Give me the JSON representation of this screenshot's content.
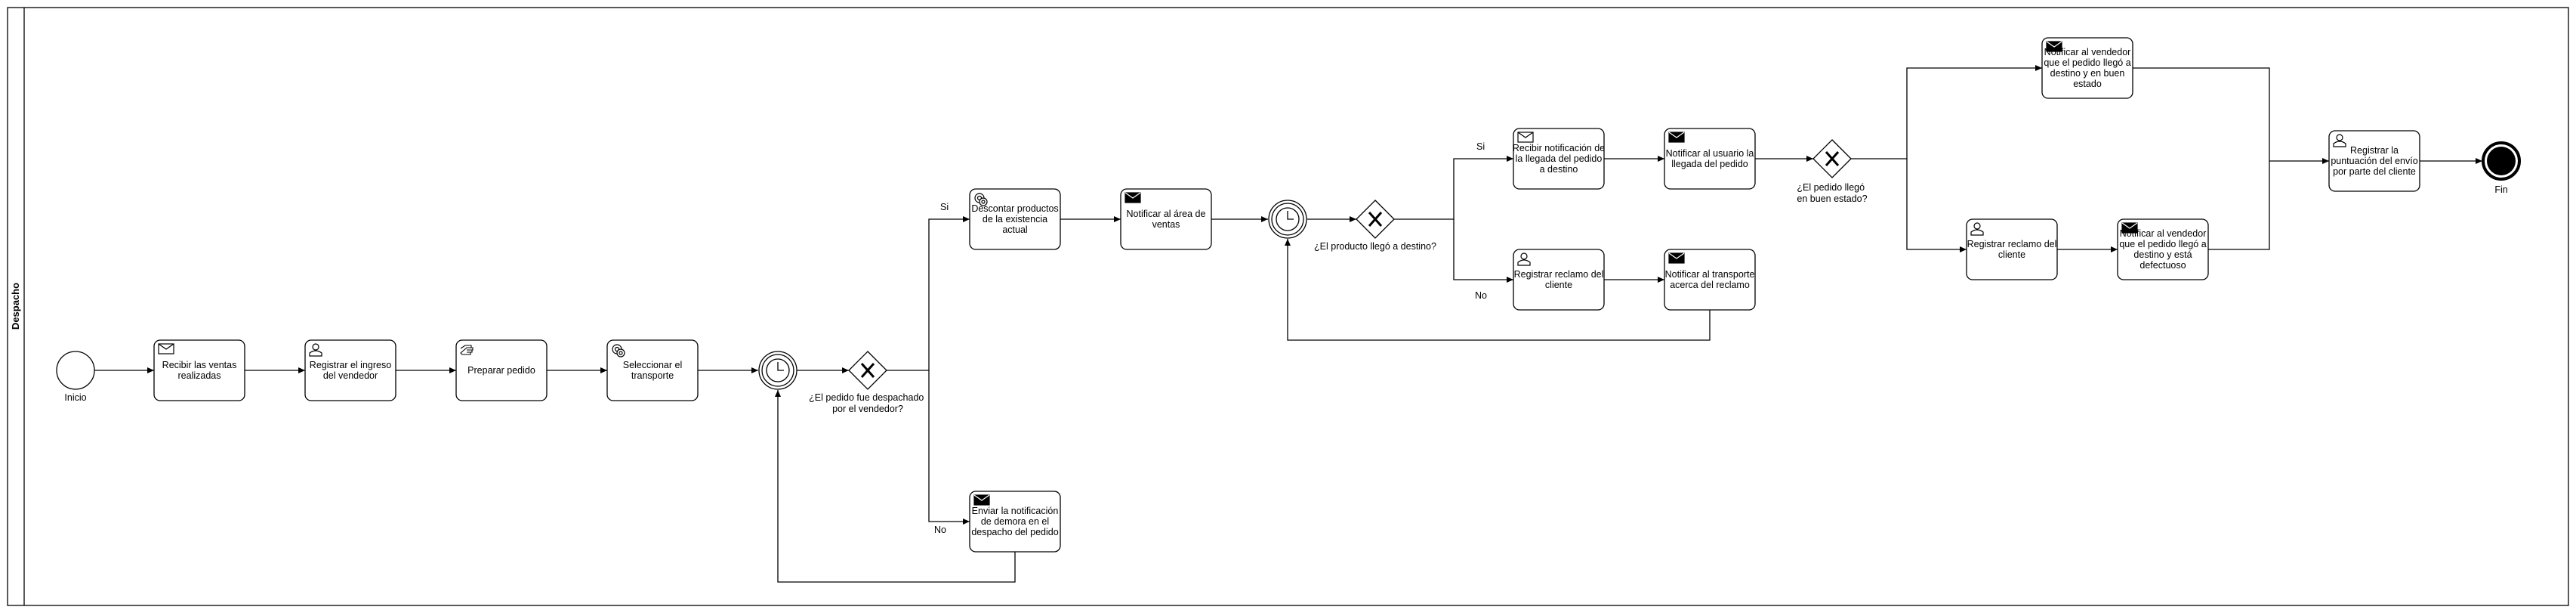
{
  "pool": {
    "lane_label": "Despacho"
  },
  "events": {
    "start": {
      "label": "Inicio"
    },
    "end": {
      "label": "Fin"
    }
  },
  "tasks": {
    "recibir_ventas": {
      "icon": "envelope-icon",
      "lines": [
        "Recibir las ventas",
        "realizadas"
      ]
    },
    "registrar_ingreso": {
      "icon": "user-icon",
      "lines": [
        "Registrar el ingreso",
        "del vendedor"
      ]
    },
    "preparar_pedido": {
      "icon": "manual-hand-icon",
      "lines": [
        "Preparar pedido"
      ]
    },
    "seleccionar_transporte": {
      "icon": "gear-icon",
      "lines": [
        "Seleccionar el",
        "transporte"
      ]
    },
    "descontar_productos": {
      "icon": "gear-icon",
      "lines": [
        "Descontar productos",
        "de la existencia",
        "actual"
      ]
    },
    "notificar_area_ventas": {
      "icon": "envelope-filled-icon",
      "lines": [
        "Notificar al área de",
        "ventas"
      ]
    },
    "enviar_notif_demora": {
      "icon": "envelope-filled-icon",
      "lines": [
        "Enviar la notificación",
        "de demora en el",
        "despacho del pedido"
      ]
    },
    "recibir_notif_llegada": {
      "icon": "envelope-icon",
      "lines": [
        "Recibir notificación de",
        "la llegada del pedido",
        "a destino"
      ]
    },
    "notificar_usuario_llegada": {
      "icon": "envelope-filled-icon",
      "lines": [
        "Notificar al usuario la",
        "llegada del pedido"
      ]
    },
    "registrar_reclamo_cliente": {
      "icon": "user-icon",
      "lines": [
        "Registrar reclamo del",
        "cliente"
      ]
    },
    "notificar_transporte_reclamo": {
      "icon": "envelope-filled-icon",
      "lines": [
        "Notificar al transporte",
        "acerca del reclamo"
      ]
    },
    "notificar_vendedor_buen_estado": {
      "icon": "envelope-filled-icon",
      "lines": [
        "Notificar al vendedor",
        "que el pedido llegó a",
        "destino y en buen",
        "estado"
      ]
    },
    "registrar_reclamo_del_cliente": {
      "icon": "user-icon",
      "lines": [
        "Registrar reclamo del",
        "cliente"
      ]
    },
    "notificar_vendedor_defectuoso": {
      "icon": "envelope-filled-icon",
      "lines": [
        "Notificar al vendedor",
        "que el pedido llegó a",
        "destino y está",
        "defectuoso"
      ]
    },
    "registrar_puntuacion": {
      "icon": "user-icon",
      "lines": [
        "Registrar la",
        "puntuación del envío",
        "por parte del cliente"
      ]
    }
  },
  "gateways": {
    "g_despachado": {
      "lines": [
        "¿El pedido fue despachado",
        "por el vendedor?"
      ]
    },
    "g_producto_llego": {
      "lines": [
        "¿El producto llegó a destino?"
      ]
    },
    "g_buen_estado": {
      "lines": [
        "¿El pedido llegó",
        "en buen estado?"
      ]
    }
  },
  "flow_labels": {
    "g1_si": "Si",
    "g1_no": "No",
    "g2_si": "Si",
    "g2_no": "No"
  }
}
